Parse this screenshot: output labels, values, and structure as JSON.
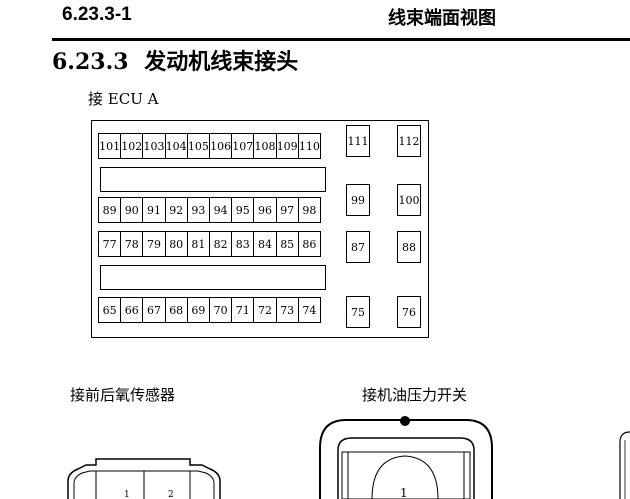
{
  "header": {
    "number": "6.23.3-1",
    "title": "线束端面视图"
  },
  "section": {
    "number": "6.23.3",
    "title": "发动机线束接头"
  },
  "ecu": {
    "label": "接 ECU A",
    "rows": [
      [
        "101",
        "102",
        "103",
        "104",
        "105",
        "106",
        "107",
        "108",
        "109",
        "110"
      ],
      [
        "89",
        "90",
        "91",
        "92",
        "93",
        "94",
        "95",
        "96",
        "97",
        "98"
      ],
      [
        "77",
        "78",
        "79",
        "80",
        "81",
        "82",
        "83",
        "84",
        "85",
        "86"
      ],
      [
        "65",
        "66",
        "67",
        "68",
        "69",
        "70",
        "71",
        "72",
        "73",
        "74"
      ]
    ],
    "side_pins": [
      [
        "111",
        "112"
      ],
      [
        "99",
        "100"
      ],
      [
        "87",
        "88"
      ],
      [
        "75",
        "76"
      ]
    ]
  },
  "o2_sensor": {
    "label": "接前后氧传感器",
    "pins": [
      "1",
      "2"
    ]
  },
  "oil_switch": {
    "label": "接机油压力开关",
    "pins": [
      "1"
    ]
  }
}
